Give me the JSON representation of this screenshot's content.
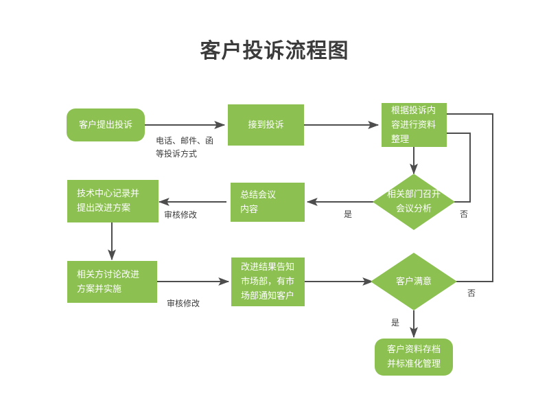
{
  "page": {
    "title": "客户投诉流程图",
    "background_color": "#ffffff",
    "accent_color": "#8cc152",
    "line_color": "#4d4d4d",
    "text_color": "#3b3b3b",
    "node_text_color": "#ffffff"
  },
  "chart_data": {
    "type": "diagram",
    "title": "客户投诉流程图",
    "nodes": [
      {
        "id": "n1",
        "label": "客户提出投诉",
        "shape": "rounded-rect"
      },
      {
        "id": "n2",
        "label": "接到投诉",
        "shape": "rect"
      },
      {
        "id": "n3",
        "label": "根据投诉内\n容进行资料\n整理",
        "shape": "rect"
      },
      {
        "id": "n4",
        "label": "相关部门召开\n会议分析",
        "shape": "diamond"
      },
      {
        "id": "n5",
        "label": "总结会议\n内容",
        "shape": "rect"
      },
      {
        "id": "n6",
        "label": "技术中心记录并\n提出改进方案",
        "shape": "rect"
      },
      {
        "id": "n7",
        "label": "相关方讨论改进\n方案并实施",
        "shape": "rect"
      },
      {
        "id": "n8",
        "label": "改进结果告知\n市场部，有市\n场部通知客户",
        "shape": "rect"
      },
      {
        "id": "n9",
        "label": "客户满意",
        "shape": "diamond"
      },
      {
        "id": "n10",
        "label": "客户资料存档\n并标准化管理",
        "shape": "rounded-rect"
      }
    ],
    "edges": [
      {
        "from": "n1",
        "to": "n2",
        "label": "电话、邮件、函\n等投诉方式"
      },
      {
        "from": "n2",
        "to": "n3",
        "label": ""
      },
      {
        "from": "n3",
        "to": "n4",
        "label": ""
      },
      {
        "from": "n4",
        "to": "n5",
        "label": "是"
      },
      {
        "from": "n4",
        "to": "n3",
        "label": "否"
      },
      {
        "from": "n5",
        "to": "n6",
        "label": "审核修改"
      },
      {
        "from": "n6",
        "to": "n7",
        "label": ""
      },
      {
        "from": "n7",
        "to": "n8",
        "label": "审核修改"
      },
      {
        "from": "n8",
        "to": "n9",
        "label": ""
      },
      {
        "from": "n9",
        "to": "n10",
        "label": "是"
      },
      {
        "from": "n9",
        "to": "n3",
        "label": "否"
      }
    ]
  },
  "nodes": {
    "customer_files_complaint": "客户提出投诉",
    "complaint_received": "接到投诉",
    "organize_materials": "根据投诉内\n容进行资料\n整理",
    "department_meeting": "相关部门召开\n会议分析",
    "summarize_meeting": "总结会议\n内容",
    "tech_center_record": "技术中心记录并\n提出改进方案",
    "parties_discuss": "相关方讨论改进\n方案并实施",
    "notify_market_dept": "改进结果告知\n市场部，有市\n场部通知客户",
    "customer_satisfied": "客户满意",
    "archive_standardize": "客户资料存档\n并标准化管理"
  },
  "edge_labels": {
    "complaint_channels": "电话、邮件、函\n等投诉方式",
    "meeting_yes": "是",
    "meeting_no": "否",
    "review_revise_1": "审核修改",
    "review_revise_2": "审核修改",
    "satisfied_yes": "是",
    "satisfied_no": "否"
  }
}
